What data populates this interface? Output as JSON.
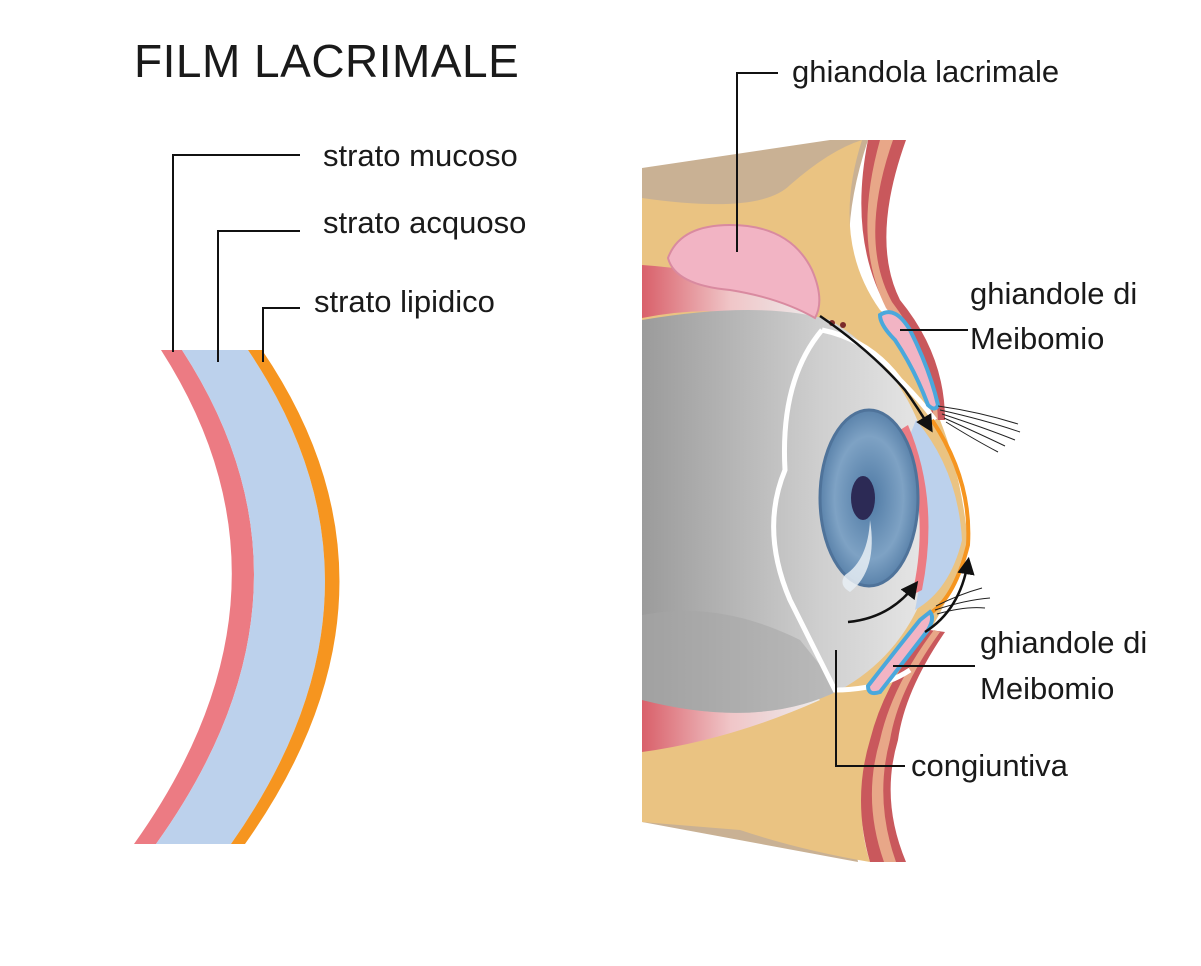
{
  "title": "FILM LACRIMALE",
  "layers": {
    "mucous": "strato mucoso",
    "aqueous": "strato acquoso",
    "lipid": "strato lipidico"
  },
  "eye": {
    "lacrimal_gland": "ghiandola lacrimale",
    "meibomian_upper": [
      "ghiandole di",
      "Meibomio"
    ],
    "meibomian_lower": [
      "ghiandole di",
      "Meibomio"
    ],
    "conjunctiva": "congiuntiva"
  },
  "colors": {
    "mucous": "#ec7b83",
    "aqueous": "#bcd1ec",
    "lipid": "#f6951f",
    "skin": "#eac382",
    "bone": "#c9b194",
    "eyelid_muscle": "#c9585c",
    "lacrimal_gland": "#f2b4c4",
    "iris": "#6f96ba",
    "pupil": "#2c2a55",
    "sclera": "#d8d8d8",
    "meibomian_gland": "#4aa8dc"
  }
}
